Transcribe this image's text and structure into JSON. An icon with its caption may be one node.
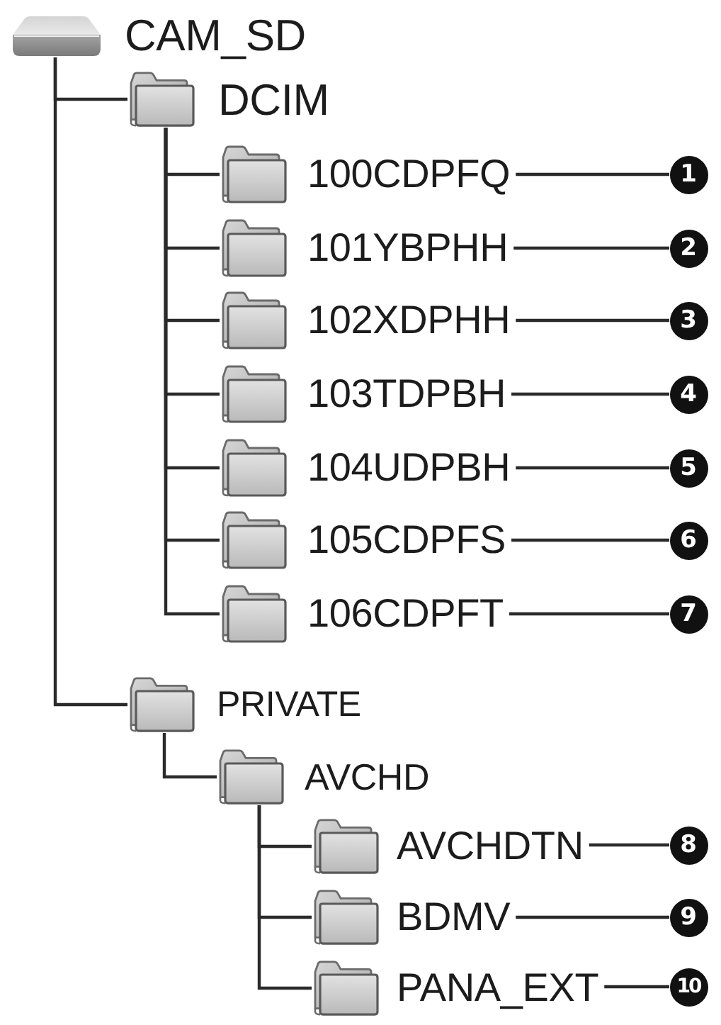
{
  "diagram": {
    "nodes": [
      {
        "text": [
          "CAM_SD"
        ]
      },
      {
        "text": [
          "DCIM"
        ]
      },
      {
        "text": [
          "100CDPFQ"
        ]
      },
      {
        "text": [
          "1"
        ]
      },
      {
        "text": [
          "101YBPHH"
        ]
      },
      {
        "text": [
          "2"
        ]
      },
      {
        "text": [
          "102XDPHH"
        ]
      },
      {
        "text": [
          "3"
        ]
      },
      {
        "text": [
          "103TDPBH"
        ]
      },
      {
        "text": [
          "4"
        ]
      },
      {
        "text": [
          "104UDPBH"
        ]
      },
      {
        "text": [
          "5"
        ]
      },
      {
        "text": [
          "105CDPFS"
        ]
      },
      {
        "text": [
          "6"
        ]
      },
      {
        "text": [
          "106CDPFT"
        ]
      },
      {
        "text": [
          "7"
        ]
      },
      {
        "text": [
          "PRIVATE"
        ]
      },
      {
        "text": [
          "AVCHD"
        ]
      },
      {
        "text": [
          "AVCHDTN"
        ]
      },
      {
        "text": [
          "8"
        ]
      },
      {
        "text": [
          "BDMV"
        ]
      },
      {
        "text": [
          "9"
        ]
      },
      {
        "text": [
          "PANA_EXT"
        ]
      },
      {
        "text": [
          "10"
        ]
      }
    ],
    "edges": [
      {
        "from": 0,
        "to": 1,
        "arrow": "none"
      },
      {
        "from": 0,
        "to": 16,
        "arrow": "none"
      },
      {
        "from": 1,
        "to": 2,
        "arrow": "none"
      },
      {
        "from": 1,
        "to": 4,
        "arrow": "none"
      },
      {
        "from": 1,
        "to": 6,
        "arrow": "none"
      },
      {
        "from": 1,
        "to": 8,
        "arrow": "none"
      },
      {
        "from": 1,
        "to": 10,
        "arrow": "none"
      },
      {
        "from": 1,
        "to": 12,
        "arrow": "none"
      },
      {
        "from": 1,
        "to": 14,
        "arrow": "none"
      },
      {
        "from": 16,
        "to": 17,
        "arrow": "none"
      },
      {
        "from": 17,
        "to": 18,
        "arrow": "none"
      },
      {
        "from": 17,
        "to": 20,
        "arrow": "none"
      },
      {
        "from": 17,
        "to": 22,
        "arrow": "none"
      },
      {
        "from": 2,
        "to": 3,
        "arrow": "none"
      },
      {
        "from": 4,
        "to": 5,
        "arrow": "none"
      },
      {
        "from": 6,
        "to": 7,
        "arrow": "none"
      },
      {
        "from": 8,
        "to": 9,
        "arrow": "none"
      },
      {
        "from": 10,
        "to": 11,
        "arrow": "none"
      },
      {
        "from": 12,
        "to": 13,
        "arrow": "none"
      },
      {
        "from": 14,
        "to": 15,
        "arrow": "none"
      },
      {
        "from": 18,
        "to": 19,
        "arrow": "none"
      },
      {
        "from": 20,
        "to": 21,
        "arrow": "none"
      },
      {
        "from": 22,
        "to": 23,
        "arrow": "none"
      }
    ]
  }
}
